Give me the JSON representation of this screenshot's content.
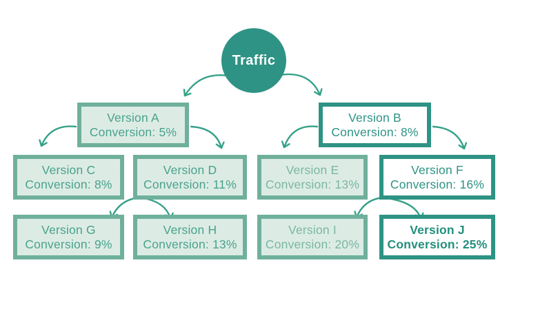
{
  "diagram": {
    "type": "ab-test-tree",
    "nodes": {
      "traffic": {
        "label": "Traffic"
      },
      "a": {
        "title": "Version A",
        "subtitle": "Conversion: 5%",
        "conversion": "5%"
      },
      "b": {
        "title": "Version B",
        "subtitle": "Conversion: 8%",
        "conversion": "8%"
      },
      "c": {
        "title": "Version C",
        "subtitle": "Conversion: 8%",
        "conversion": "8%"
      },
      "d": {
        "title": "Version D",
        "subtitle": "Conversion: 11%",
        "conversion": "11%"
      },
      "e": {
        "title": "Version E",
        "subtitle": "Conversion: 13%",
        "conversion": "13%"
      },
      "f": {
        "title": "Version F",
        "subtitle": "Conversion: 16%",
        "conversion": "16%"
      },
      "g": {
        "title": "Version G",
        "subtitle": "Conversion: 9%",
        "conversion": "9%"
      },
      "h": {
        "title": "Version H",
        "subtitle": "Conversion: 13%",
        "conversion": "13%"
      },
      "i": {
        "title": "Version I",
        "subtitle": "Conversion: 20%",
        "conversion": "20%"
      },
      "j": {
        "title": "Version J",
        "subtitle": "Conversion: 25%",
        "conversion": "25%"
      }
    },
    "edges": [
      {
        "from": "Traffic",
        "to": "Version A"
      },
      {
        "from": "Traffic",
        "to": "Version B"
      },
      {
        "from": "Version A",
        "to": "Version C"
      },
      {
        "from": "Version A",
        "to": "Version D"
      },
      {
        "from": "Version B",
        "to": "Version E"
      },
      {
        "from": "Version B",
        "to": "Version F"
      },
      {
        "from": "Version D",
        "to": "Version G"
      },
      {
        "from": "Version D",
        "to": "Version H"
      },
      {
        "from": "Version F",
        "to": "Version I"
      },
      {
        "from": "Version F",
        "to": "Version J"
      }
    ],
    "colors": {
      "dark_teal": "#2e9384",
      "light_fill": "#dcece5",
      "light_border": "#6fb09c",
      "light_text": "#4aa18b",
      "faded_text": "#7cb6a3",
      "winner_text": "#23907d",
      "arrow": "#35a188",
      "background": "#ffffff"
    }
  }
}
